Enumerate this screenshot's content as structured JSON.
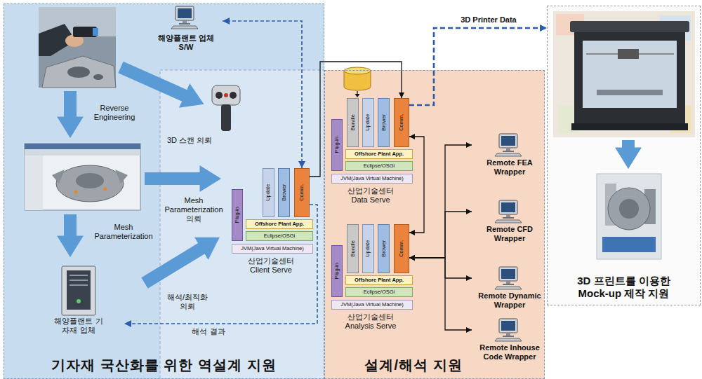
{
  "diagram": {
    "nodes": [
      {
        "text": [
          "기자재 국산화를 위한 역설계 지원"
        ]
      },
      {
        "text": [
          "해양플랜트 업체 S/W"
        ],
        "in": 0
      },
      {
        "text": [
          "산업기술센터 Client Serve"
        ],
        "in": 0
      },
      {
        "text": [
          "Plug-in"
        ],
        "in": 2
      },
      {
        "text": [
          "Update"
        ],
        "in": 2
      },
      {
        "text": [
          "Brower"
        ],
        "in": 2
      },
      {
        "text": [
          "Comm."
        ],
        "in": 2
      },
      {
        "text": [
          "Offshore Plant App."
        ],
        "in": 2
      },
      {
        "text": [
          "Eclipse/OSGi"
        ],
        "in": 2
      },
      {
        "text": [
          "JVM(Java Virtual Machine)"
        ],
        "in": 2
      },
      {
        "text": [
          "해양플랜트 기자재 업체"
        ],
        "in": 0
      },
      {
        "text": [
          "설계/해석 지원"
        ]
      },
      {
        "text": [
          "산업기술센터 Data Serve"
        ],
        "in": 11
      },
      {
        "text": [
          "Plug-in"
        ],
        "in": 12
      },
      {
        "text": [
          "Bundle"
        ],
        "in": 12
      },
      {
        "text": [
          "Update"
        ],
        "in": 12
      },
      {
        "text": [
          "Brower"
        ],
        "in": 12
      },
      {
        "text": [
          "Comm."
        ],
        "in": 12
      },
      {
        "text": [
          "Offshore Plant App."
        ],
        "in": 12
      },
      {
        "text": [
          "Eclipse/OSGi"
        ],
        "in": 12
      },
      {
        "text": [
          "JVM(Java Virtual Machine)"
        ],
        "in": 12
      },
      {
        "text": [
          "산업기술센터 Analysis Serve"
        ],
        "in": 11
      },
      {
        "text": [
          "Plug-in"
        ],
        "in": 21
      },
      {
        "text": [
          "Bundle"
        ],
        "in": 21
      },
      {
        "text": [
          "Update"
        ],
        "in": 21
      },
      {
        "text": [
          "Brower"
        ],
        "in": 21
      },
      {
        "text": [
          "Comm."
        ],
        "in": 21
      },
      {
        "text": [
          "Offshore Plant App."
        ],
        "in": 21
      },
      {
        "text": [
          "Eclipse/OSGi"
        ],
        "in": 21
      },
      {
        "text": [
          "JVM(Java Virtual Machine)"
        ],
        "in": 21
      },
      {
        "text": [
          "Remote FEA Wrapper"
        ],
        "in": 11
      },
      {
        "text": [
          "Remote CFD Wrapper"
        ],
        "in": 11
      },
      {
        "text": [
          "Remote Dynamic Wrapper"
        ],
        "in": 11
      },
      {
        "text": [
          "Remote Inhouse Code Wrapper"
        ],
        "in": 11
      },
      {
        "text": [
          "3D 프린트를 이용한 Mock-up 제작 지원"
        ]
      }
    ],
    "edges": [
      {
        "from": 6,
        "to": 1,
        "arrow": "both"
      },
      {
        "from": 6,
        "to": 10,
        "label": "해석 결과",
        "arrow": "to"
      },
      {
        "from": 6,
        "to": 17,
        "arrow": "to"
      },
      {
        "from": 17,
        "to": 34,
        "label": "3D Printer Data",
        "arrow": "to"
      },
      {
        "from": 17,
        "to": 26,
        "arrow": "both"
      },
      {
        "from": 26,
        "to": 30,
        "arrow": "both"
      },
      {
        "from": 26,
        "to": 31,
        "arrow": "both"
      },
      {
        "from": 26,
        "to": 32,
        "arrow": "both"
      },
      {
        "from": 26,
        "to": 33,
        "arrow": "both"
      }
    ],
    "labels": [
      "Reverse Engineering",
      "Mesh Parameterization",
      "3D 스캔 의뢰",
      "Mesh Parameterization 의뢰",
      "해석/최적화 의뢰"
    ]
  }
}
